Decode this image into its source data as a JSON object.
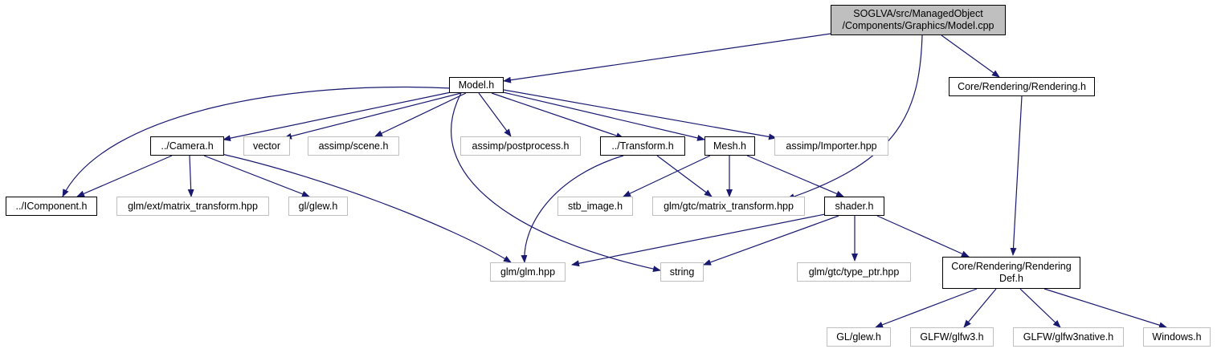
{
  "colors": {
    "edge": "#191970",
    "focus_fill": "#bfbfbf",
    "documented_border": "#000000",
    "external_border": "#bfbfbf"
  },
  "nodes": {
    "model_cpp": {
      "line1": "SOGLVA/src/ManagedObject",
      "line2": "/Components/Graphics/Model.cpp"
    },
    "model_h": {
      "label": "Model.h"
    },
    "rendering_h": {
      "label": "Core/Rendering/Rendering.h"
    },
    "camera_h": {
      "label": "../Camera.h"
    },
    "vector": {
      "label": "vector"
    },
    "assimp_scene": {
      "label": "assimp/scene.h"
    },
    "assimp_post": {
      "label": "assimp/postprocess.h"
    },
    "transform_h": {
      "label": "../Transform.h"
    },
    "mesh_h": {
      "label": "Mesh.h"
    },
    "assimp_importer": {
      "label": "assimp/Importer.hpp"
    },
    "icomponent_h": {
      "label": "../IComponent.h"
    },
    "glm_ext_mt": {
      "label": "glm/ext/matrix_transform.hpp"
    },
    "gl_glew_lower": {
      "label": "gl/glew.h"
    },
    "stb_image": {
      "label": "stb_image.h"
    },
    "glm_gtc_mt": {
      "label": "glm/gtc/matrix_transform.hpp"
    },
    "shader_h": {
      "label": "shader.h"
    },
    "glm_hpp": {
      "label": "glm/glm.hpp"
    },
    "string": {
      "label": "string"
    },
    "glm_type_ptr": {
      "label": "glm/gtc/type_ptr.hpp"
    },
    "rendering_def": {
      "line1": "Core/Rendering/Rendering",
      "line2": "Def.h"
    },
    "GL_glew": {
      "label": "GL/glew.h"
    },
    "glfw3": {
      "label": "GLFW/glfw3.h"
    },
    "glfw3native": {
      "label": "GLFW/glfw3native.h"
    },
    "windows_h": {
      "label": "Windows.h"
    }
  }
}
